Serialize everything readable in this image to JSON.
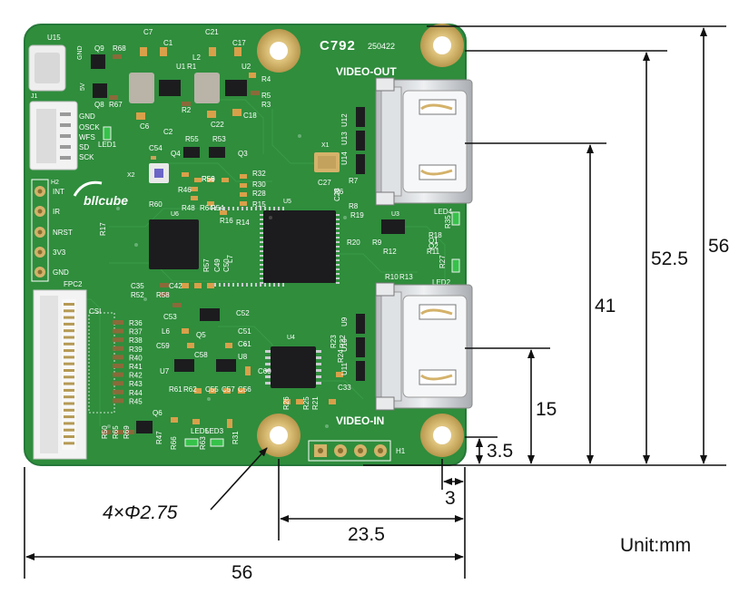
{
  "board": {
    "title": "C792",
    "date_code": "250422",
    "logo": "bllcube",
    "output_label": "VIDEO-OUT",
    "input_label": "VIDEO-IN",
    "connector_u15": "U15",
    "header_j1": "J1",
    "header_h2": "H2",
    "header_h1": "H1",
    "fpc_label": "FPC2",
    "csi_label": "CSI",
    "chip_u5": "U5",
    "chip_u6": "U6",
    "chip_u4": "U4",
    "chip_u3": "U3",
    "crystal_x1": "X1",
    "crystal_x2": "X2",
    "j1_pins": [
      "GND",
      "OSCK",
      "WFS",
      "SD",
      "SCK"
    ],
    "h2_pins": [
      "INT",
      "IR",
      "NRST",
      "3V3",
      "GND"
    ],
    "gnd_text": "GND",
    "v5_text": "5V",
    "top_refs": [
      "Q9",
      "R68",
      "C7",
      "C1",
      "C21",
      "C17",
      "U1",
      "R1",
      "L2",
      "U2",
      "R4",
      "R5",
      "R3",
      "C18",
      "R2",
      "C22",
      "C6",
      "C2",
      "Q8",
      "R67"
    ],
    "mid_refs": [
      "C54",
      "Q4",
      "R55",
      "R53",
      "Q3",
      "R32",
      "R30",
      "R28",
      "R15",
      "R14",
      "R16",
      "R54",
      "R64",
      "R56",
      "R46",
      "R48",
      "R60",
      "R59"
    ],
    "right_refs": [
      "C27",
      "R6",
      "R7",
      "R8",
      "R19",
      "R20",
      "R9",
      "R12",
      "R10",
      "R13",
      "R11",
      "R18",
      "R35",
      "R27",
      "Q1",
      "Q2",
      "LED4",
      "LED2",
      "U12",
      "U13",
      "U14",
      "U9",
      "U10",
      "U11",
      "C28"
    ],
    "left_refs": [
      "R36",
      "R37",
      "R38",
      "R39",
      "R40",
      "R41",
      "R42",
      "R43",
      "R44",
      "R45"
    ],
    "lower_refs": [
      "C35",
      "R52",
      "R58",
      "C42",
      "R57",
      "C49",
      "C50",
      "L7",
      "C53",
      "C52",
      "L6",
      "Q5",
      "C51",
      "C59",
      "C61",
      "C58",
      "U7",
      "U8",
      "C60",
      "R61",
      "R62",
      "C55",
      "C57",
      "C56",
      "R23",
      "R22",
      "R26",
      "R25",
      "R21",
      "C33",
      "Q6",
      "R50",
      "R65",
      "R69",
      "R47",
      "R66",
      "LED5",
      "R63",
      "LED3",
      "R31",
      "LED1",
      "R17",
      "R24"
    ]
  },
  "dimensions": {
    "d56_right": "56",
    "d52_5": "52.5",
    "d41": "41",
    "d15": "15",
    "d3_5": "3.5",
    "d3": "3",
    "d23_5": "23.5",
    "d56_bottom": "56",
    "holes": "4×Φ2.75",
    "unit": "Unit:mm"
  },
  "colors": {
    "pcb": "#2f8d3c",
    "pcb_edge": "#26783a",
    "gold": "#d4b26a",
    "silver": "#c9ccd0",
    "chip": "#1c1c1e",
    "line": "#111111"
  }
}
